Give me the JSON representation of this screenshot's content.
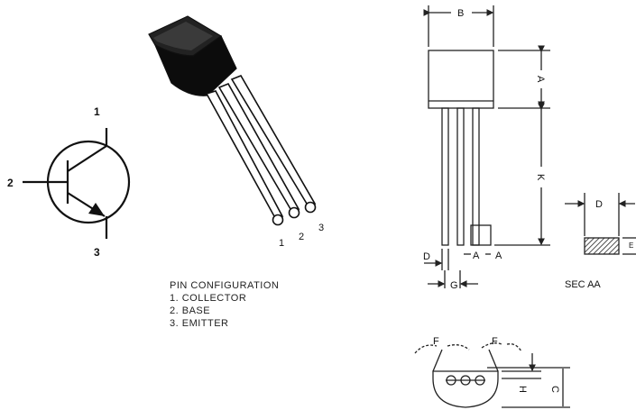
{
  "symbol": {
    "pin1": "1",
    "pin2": "2",
    "pin3": "3"
  },
  "package_3d": {
    "lead1": "1",
    "lead2": "2",
    "lead3": "3"
  },
  "pin_config": {
    "title": "PIN CONFIGURATION",
    "items": [
      "1.  COLLECTOR",
      "2.  BASE",
      "3.  EMITTER"
    ]
  },
  "dimensions": {
    "B": "B",
    "A": "A",
    "K": "K",
    "D": "D",
    "G": "G",
    "A1": "A",
    "A2": "A",
    "F1": "F",
    "F2": "F",
    "H": "H",
    "C": "C",
    "sec_D": "D",
    "sec_E": "E"
  },
  "section": {
    "label": "SEC  AA"
  }
}
